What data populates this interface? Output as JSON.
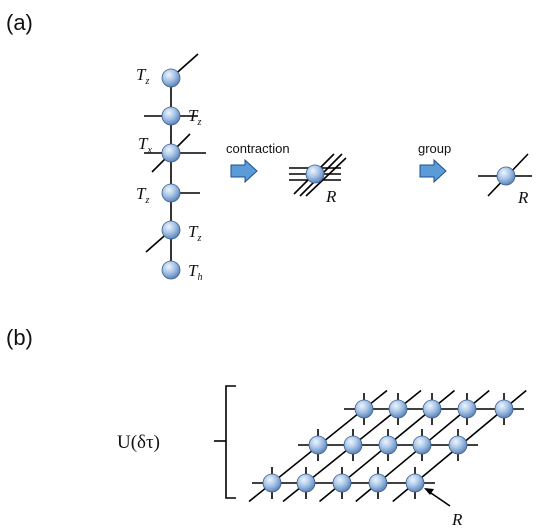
{
  "panels": {
    "a": {
      "label": "(a)",
      "chain": [
        {
          "main": "T",
          "sub": "z"
        },
        {
          "main": "T",
          "sub": "z"
        },
        {
          "main": "T",
          "sub": "x"
        },
        {
          "main": "T",
          "sub": "z"
        },
        {
          "main": "T",
          "sub": "z"
        },
        {
          "main": "T",
          "sub": "h"
        }
      ],
      "step1_label": "contraction",
      "step2_label": "group",
      "tensor_label": "R",
      "grouped_label": "R"
    },
    "b": {
      "label": "(b)",
      "operator_label": "U(δτ)",
      "tensor_label": "R"
    }
  },
  "colors": {
    "node_light": "#dbe9f9",
    "node_mid": "#8fb3df",
    "node_dark": "#4f78b0",
    "arrow_fill": "#5b9bd8",
    "arrow_stroke": "#1f4e8c",
    "line": "#000000"
  }
}
